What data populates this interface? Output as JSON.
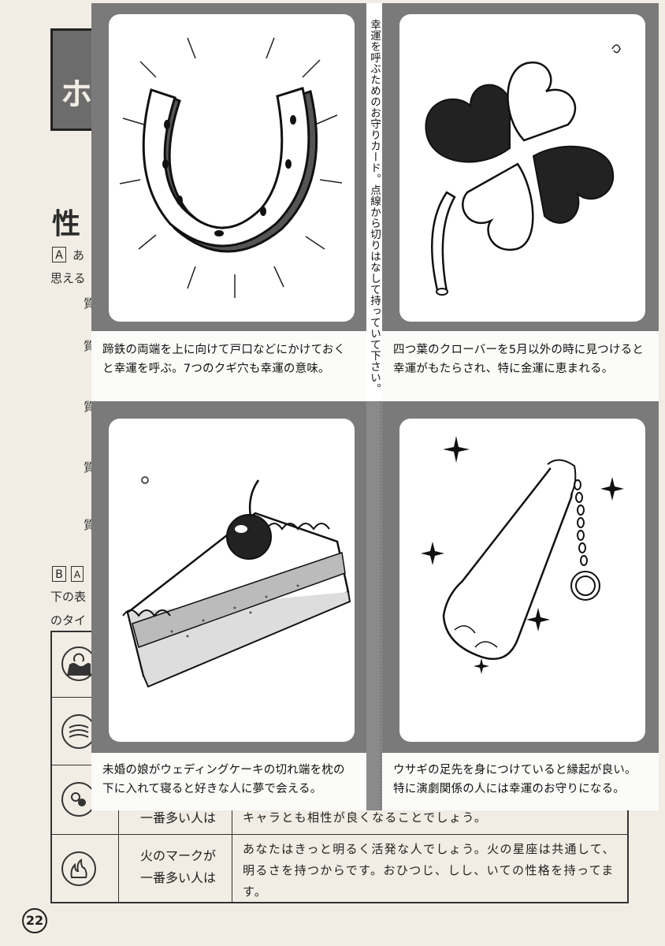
{
  "page_number": "22",
  "background_page": {
    "title_mark": "ホ",
    "heading": "性",
    "section_a_label": "A",
    "section_a_line1": "あ",
    "section_a_line2": "思える",
    "q_marks": [
      "質",
      "質",
      "質",
      "質",
      "質"
    ],
    "section_b_label": "B",
    "section_b_sub": "A",
    "section_b_line1": "下の表",
    "section_b_line2": "のタイ",
    "table": [
      {
        "icon": "water-mark-icon",
        "label": "",
        "desc": ""
      },
      {
        "icon": "wind-mark-icon",
        "label": "",
        "desc": ""
      },
      {
        "icon": "earth-mark-icon",
        "label": "一番多い人は",
        "desc": "キャラとも相性が良くなることでしょう。"
      },
      {
        "icon": "fire-mark-icon",
        "label": "火のマークが\n一番多い人は",
        "desc": "あなたはきっと明るく活発な人でしょう。火の星座は共通して、明るさを持つからです。おひつじ、しし、いての性格を持ってます。"
      }
    ]
  },
  "amulet_sheet": {
    "vertical_note": "幸運を呼ぶためのお守りカード。点線から切りはなして持っていて下さい。",
    "cards": [
      {
        "illustration": "horseshoe",
        "caption": "蹄鉄の両端を上に向けて戸口などにかけておくと幸運を呼ぶ。7つのクギ穴も幸運の意味。"
      },
      {
        "illustration": "four-leaf-clover",
        "caption": "四つ葉のクローバーを5月以外の時に見つけると幸運がもたらされ、特に金運に恵まれる。"
      },
      {
        "illustration": "wedding-cake-slice",
        "caption": "未婚の娘がウェディングケーキの切れ端を枕の下に入れて寝ると好きな人に夢で会える。"
      },
      {
        "illustration": "rabbit-foot",
        "caption": "ウサギの足先を身につけていると縁起が良い。特に演劇関係の人には幸運のお守りになる。"
      }
    ]
  }
}
